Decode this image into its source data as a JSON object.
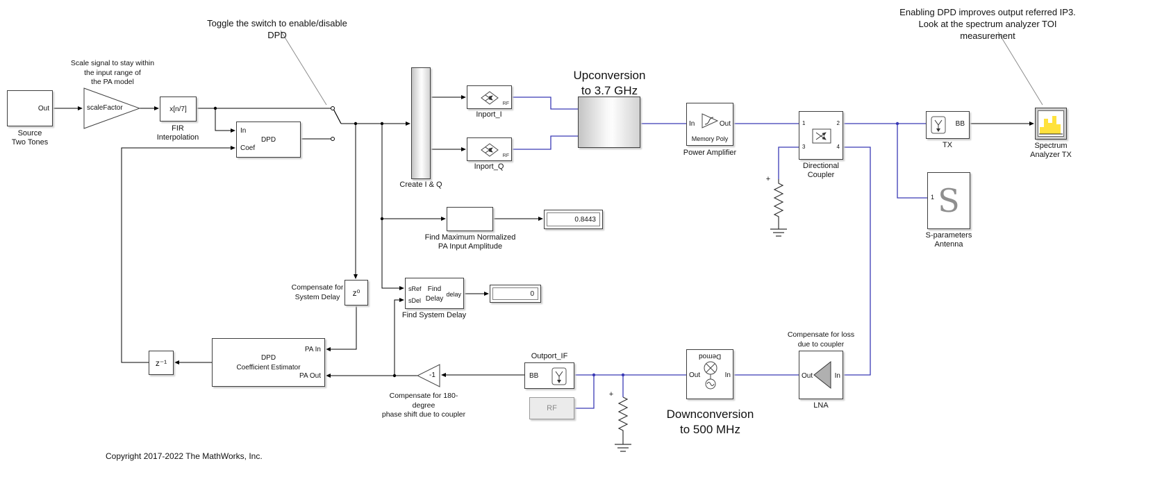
{
  "annotations": {
    "toggle_switch": "Toggle the switch to enable/disable DPD",
    "enabling_dpd": "Enabling DPD improves output referred IP3.\nLook at the spectrum analyzer TOI measurement",
    "scale_signal": "Scale signal to stay within\nthe input range of\nthe PA model",
    "upconversion": "Upconversion\nto 3.7 GHz",
    "downconversion": "Downconversion\nto 500 MHz",
    "compensate_delay": "Compensate for\nSystem Delay",
    "compensate_phase": "Compensate for 180-degree\nphase shift due to coupler",
    "compensate_loss": "Compensate for loss\ndue to coupler",
    "copyright": "Copyright 2017-2022 The MathWorks, Inc.",
    "plus_top": "+",
    "plus_bottom": "+"
  },
  "blocks": {
    "source": {
      "port_out": "Out",
      "label": "Source\nTwo Tones"
    },
    "scale_gain": {
      "text": "scaleFactor"
    },
    "fir": {
      "text": "x[n/7]",
      "label": "FIR\nInterpolation"
    },
    "dpd": {
      "port_in": "In",
      "port_coef": "Coef",
      "name": "DPD"
    },
    "create_iq": {
      "label": "Create I & Q"
    },
    "inport_i": {
      "label": "Inport_I",
      "tag": "RF"
    },
    "inport_q": {
      "label": "Inport_Q",
      "tag": "RF"
    },
    "pa": {
      "port_in": "In",
      "port_out": "Out",
      "inner": "Memory Poly",
      "label": "Power Amplifier"
    },
    "coupler": {
      "p1": "1",
      "p2": "2",
      "p3": "3",
      "p4": "4",
      "label": "Directional\nCoupler"
    },
    "tx": {
      "port_bb": "BB",
      "label": "TX"
    },
    "spectrum": {
      "label": "Spectrum\nAnalyzer TX"
    },
    "sparams": {
      "port1": "1",
      "glyph": "S",
      "label": "S-parameters\nAntenna"
    },
    "find_max": {
      "label": "Find Maximum Normalized\nPA Input Amplitude"
    },
    "display_amp": {
      "value": "0.8443"
    },
    "find_delay": {
      "port_sref": "sRef",
      "port_sdel": "sDel",
      "name": "Find\nDelay",
      "port_delay": "delay",
      "label": "Find System Delay"
    },
    "display_delay": {
      "value": "0"
    },
    "z0": {
      "text": "z⁰"
    },
    "z1": {
      "text": "z⁻¹"
    },
    "estimator": {
      "name": "DPD\nCoefficient Estimator",
      "port_pa_in": "PA In",
      "port_pa_out": "PA Out"
    },
    "neg_gain": {
      "text": "-1"
    },
    "outport_if": {
      "label": "Outport_IF",
      "port_bb": "BB"
    },
    "rf_block": {
      "text": "RF"
    },
    "demod": {
      "name": "Demod",
      "port_out": "Out",
      "port_in": "In"
    },
    "lna": {
      "port_out": "Out",
      "port_in": "In",
      "label": "LNA"
    }
  },
  "colors": {
    "rf_wire": "#3939b5",
    "signal_wire": "#000000",
    "spectrum_yellow": "#ffe23d",
    "annotation_pointer": "#8c8c8c"
  }
}
